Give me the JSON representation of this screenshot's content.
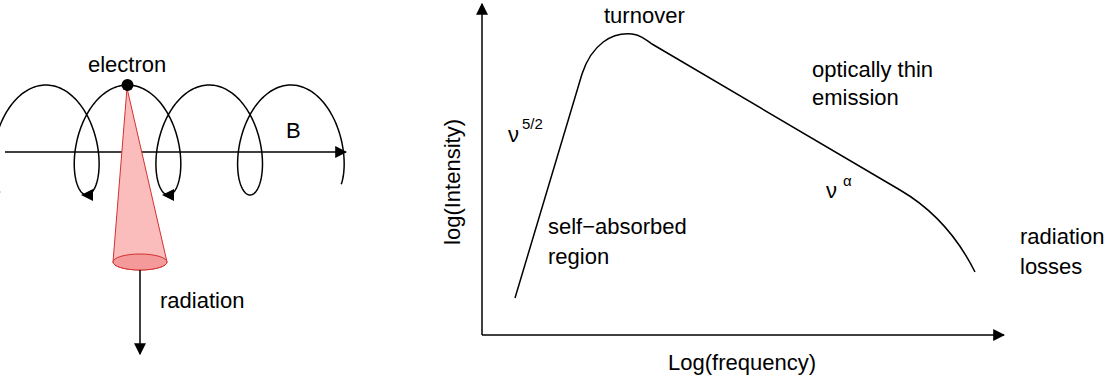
{
  "diagram": {
    "labels": [
      "electron",
      "B",
      "radiation",
      "turnover",
      "log(Intensity)",
      "ν",
      "5/2",
      "self−absorbed region",
      "optically thin emission",
      "ν",
      "α",
      "radiation losses",
      "Log(frequency)"
    ]
  }
}
